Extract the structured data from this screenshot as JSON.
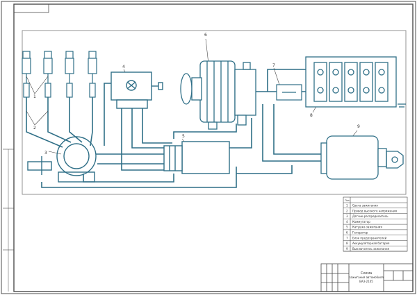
{
  "callouts": [
    "1",
    "2",
    "3",
    "4",
    "5",
    "6",
    "7",
    "8",
    "9"
  ],
  "spec_table": {
    "header": "Поз.",
    "rows": [
      {
        "pos": "1",
        "name": "Свеча зажигания"
      },
      {
        "pos": "2",
        "name": "Провод высокого напряжения"
      },
      {
        "pos": "3",
        "name": "Датчик-распределитель"
      },
      {
        "pos": "4",
        "name": "Коммутатор"
      },
      {
        "pos": "5",
        "name": "Катушка зажигания"
      },
      {
        "pos": "6",
        "name": "Генератор"
      },
      {
        "pos": "7",
        "name": "Блок предохранителей"
      },
      {
        "pos": "8",
        "name": "Аккумуляторная батарея"
      },
      {
        "pos": "9",
        "name": "Выключатель зажигания"
      }
    ]
  },
  "title_block": {
    "title": "Схема",
    "subtitle": "зажигания автомобиля",
    "model": "ВАЗ-2105"
  },
  "colors": {
    "line": "#2f6f87",
    "frame": "#4d4d4d"
  }
}
